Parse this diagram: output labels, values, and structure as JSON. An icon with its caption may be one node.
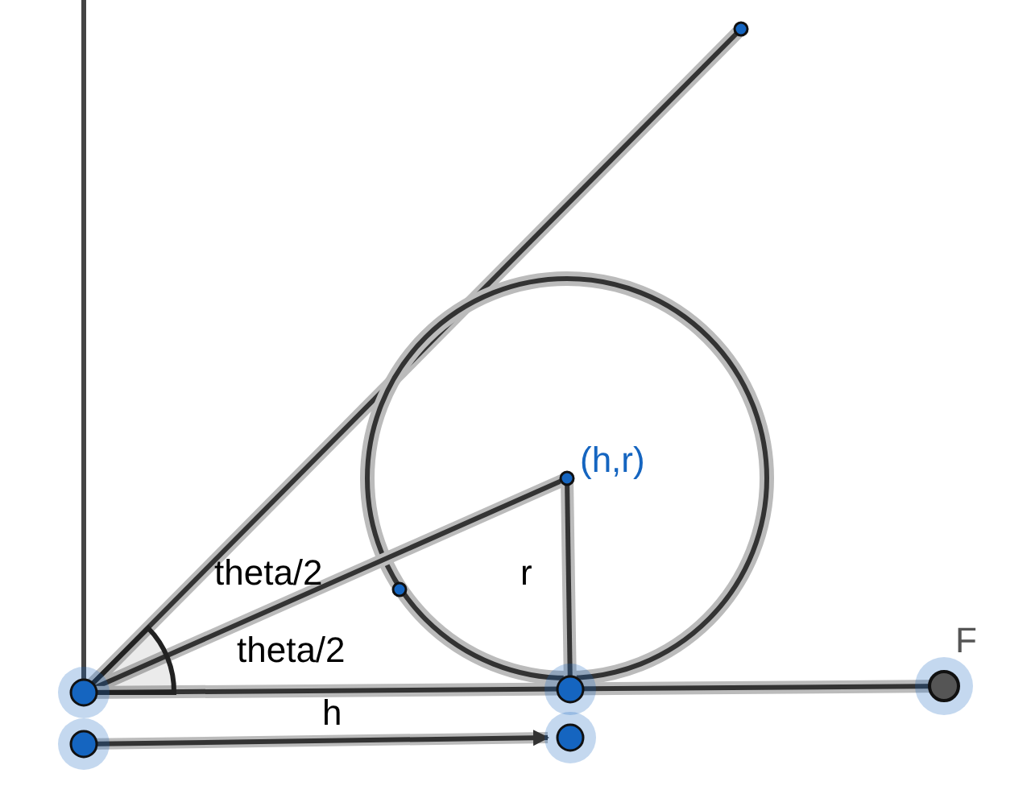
{
  "diagram": {
    "labels": [
      "(h,r)",
      "theta/2",
      "r",
      "F",
      "theta/2",
      "h"
    ]
  }
}
